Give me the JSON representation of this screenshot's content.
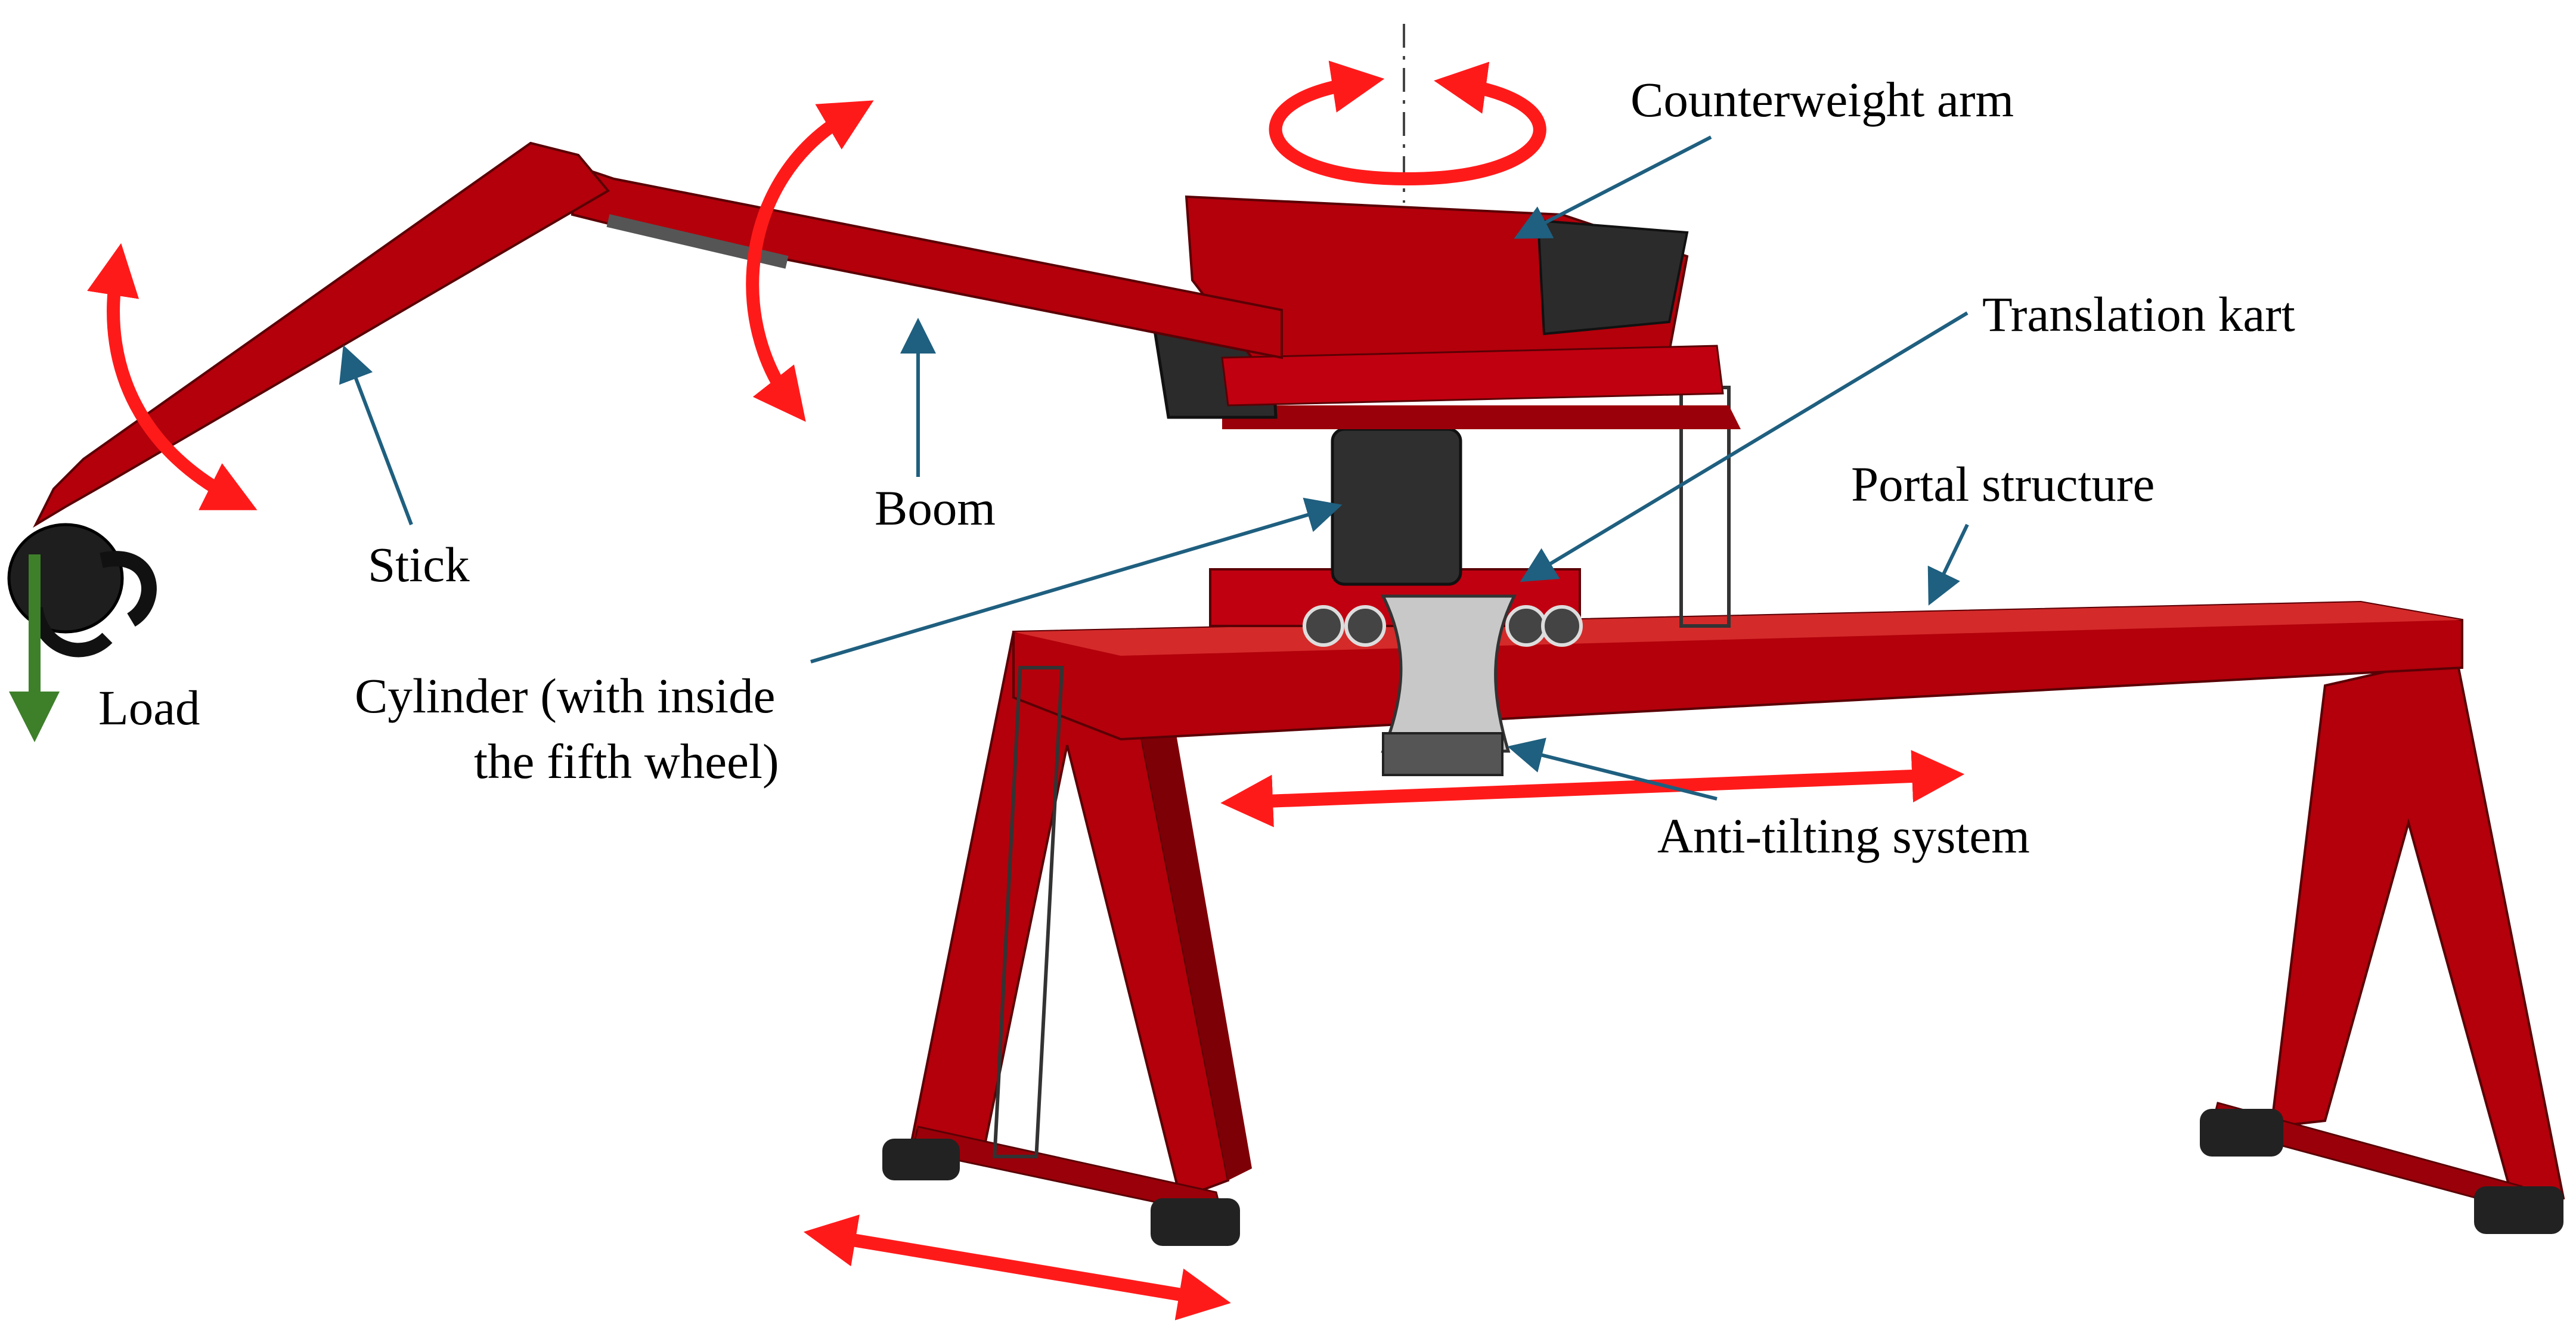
{
  "labels": {
    "counterweight_arm": "Counterweight arm",
    "translation_kart": "Translation kart",
    "portal_structure": "Portal structure",
    "boom": "Boom",
    "stick": "Stick",
    "load": "Load",
    "cylinder_line1": "Cylinder (with inside",
    "cylinder_line2": "the fifth wheel)",
    "anti_tilting": "Anti-tilting system"
  },
  "colors": {
    "structure_red": "#b3000b",
    "structure_dark": "#7d0007",
    "motion_arrow": "#ff1a1a",
    "load_arrow": "#3e7f2a",
    "leader_line": "#1f5f7f",
    "cylinder_gray": "#2f2f2f",
    "plate_gray": "#c8c8c8"
  }
}
